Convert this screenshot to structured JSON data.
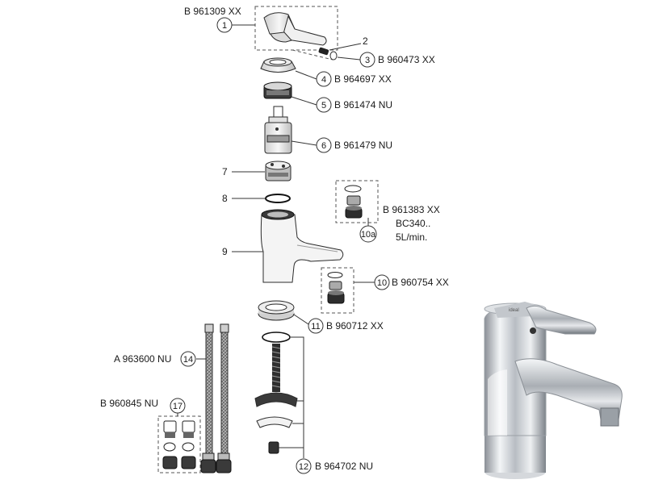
{
  "parts": {
    "p1": {
      "num": "1",
      "code": "B 961309 XX"
    },
    "p2": {
      "num": "2"
    },
    "p3": {
      "num": "3",
      "code": "B 960473 XX"
    },
    "p4": {
      "num": "4",
      "code": "B 964697 XX"
    },
    "p5": {
      "num": "5",
      "code": "B 961474 NU"
    },
    "p6": {
      "num": "6",
      "code": "B 961479 NU"
    },
    "p7": {
      "num": "7"
    },
    "p8": {
      "num": "8"
    },
    "p9": {
      "num": "9"
    },
    "p10": {
      "num": "10",
      "code": "B 960754 XX"
    },
    "p10a": {
      "num": "10a",
      "code": "B 961383 XX",
      "line2": "BC340..",
      "line3": "5L/min."
    },
    "p11": {
      "num": "11",
      "code": "B 960712 XX"
    },
    "p12": {
      "num": "12",
      "code": "B 964702 NU"
    },
    "p14": {
      "num": "14",
      "code": "A 963600 NU"
    },
    "p17": {
      "num": "17",
      "code": "B 960845 NU"
    }
  },
  "photo": {
    "icon": "chrome-basin-mixer-photo"
  }
}
